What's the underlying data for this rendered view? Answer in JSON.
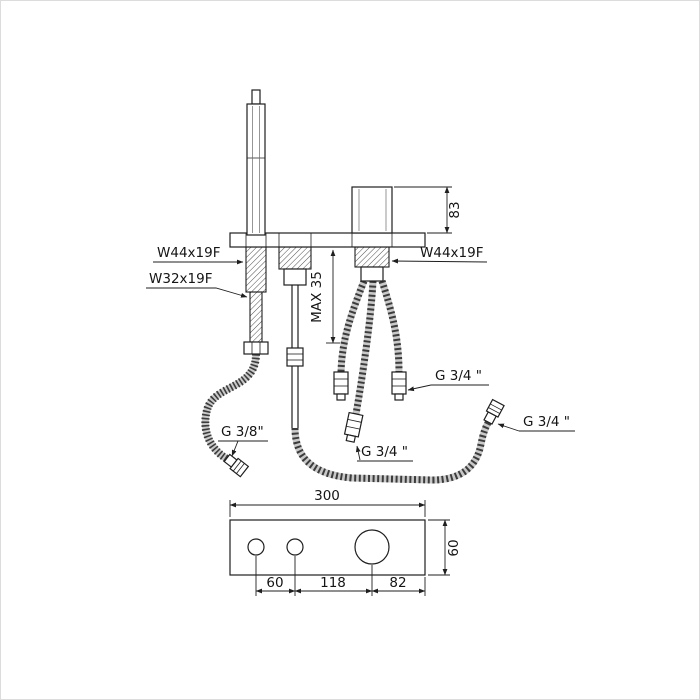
{
  "page": {
    "background": "#ffffff",
    "ink": "#1f1f1f"
  },
  "diagram": {
    "labels": {
      "handle_height": "83",
      "thread_left": "W44x19F",
      "thread_right": "W44x19F",
      "thread_shower": "W32x19F",
      "max_thickness": "MAX 35",
      "shower_hose_thread": "G 3/8\"",
      "g34_center": "G 3/4 \"",
      "g34_upper": "G 3/4 \"",
      "g34_right": "G 3/4 \"",
      "plan_width": "300",
      "plan_depth": "60",
      "hole_spacing_1": "60",
      "hole_spacing_2": "118",
      "hole_spacing_3": "82"
    }
  }
}
